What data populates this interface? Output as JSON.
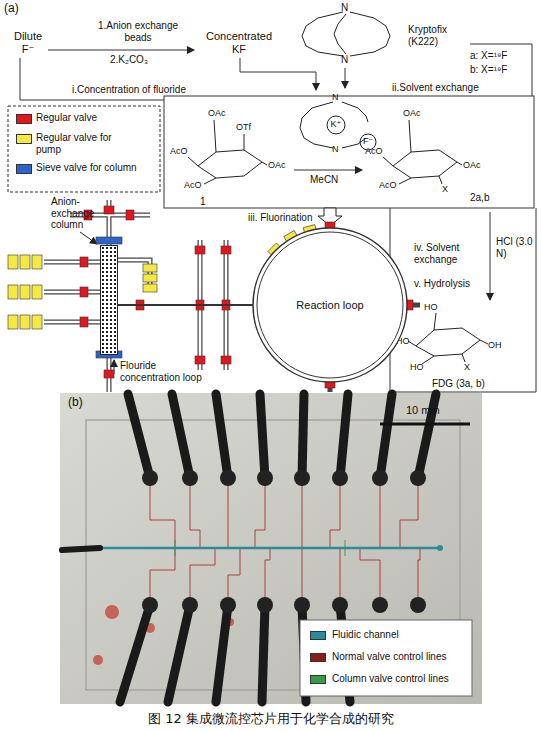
{
  "diagram": {
    "caption": "图 12 集成微流控芯片用于化学合成的研究",
    "nodes": [
      {
        "text": [
          "Anion-exchange column"
        ]
      },
      {
        "text": [
          "Reaction loop"
        ]
      }
    ],
    "edges": [
      {
        "from": 0,
        "to": 1,
        "arrow": "none"
      }
    ],
    "labels": [
      "(a)",
      "Dilute F⁻",
      "1.Anion exchange beads",
      "2.K₂CO₃",
      "Concentrated KF",
      "N",
      "N",
      "Kryptofix (K222)",
      "a: X=¹⁹F",
      "b: X=¹⁹F",
      "ii.Solvent exchange",
      "i.Concentration of fluoride",
      "N",
      "K⁺",
      "F⁻",
      "N",
      "OAc",
      "AcO",
      "AcO",
      "OTf",
      "OAc",
      "1",
      "MeCN",
      "OAc",
      "AcO",
      "AcO",
      "OAc",
      "X",
      "2a,b",
      "iii. Fluorination",
      "HCl (3.0 N)",
      "iv. Solvent exchange",
      "v. Hydrolysis",
      "HO",
      "HO",
      "HO",
      "OH",
      "X",
      "FDG (3a, b)",
      "Flouride concentration loop",
      "(b)",
      "10 mm"
    ],
    "legend": [
      {
        "text": "Regular valve",
        "color": "#e3161e"
      },
      {
        "text": "Regular valve for pump",
        "color": "#f4e842"
      },
      {
        "text": "Sieve valve for column",
        "color": "#2e64c9"
      },
      {
        "text": "Fluidic channel",
        "color": "#2b8c99"
      },
      {
        "text": "Normal valve control lines",
        "color": "#8e1b1b"
      },
      {
        "text": "Column valve control lines",
        "color": "#3c9a46"
      }
    ]
  }
}
